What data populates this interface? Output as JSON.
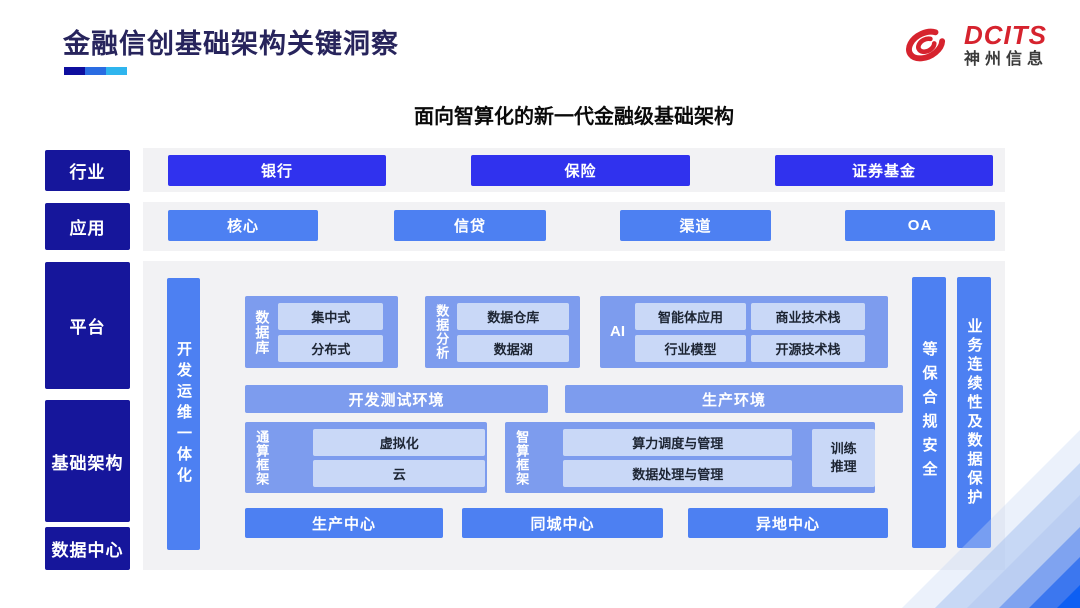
{
  "header": {
    "title": "金融信创基础架构关键洞察",
    "accent_colors": [
      "#0e0e9e",
      "#2a6ce2",
      "#2fb5ee"
    ]
  },
  "logo": {
    "brand": "DCITS",
    "company": "神州信息",
    "brand_color": "#d6232e"
  },
  "diagram": {
    "title": "面向智算化的新一代金融级基础架构",
    "sidebar": {
      "industry": "行业",
      "application": "应用",
      "platform": "平台",
      "infrastructure": "基础架构",
      "datacenter": "数据中心"
    },
    "industry_items": [
      "银行",
      "保险",
      "证券基金"
    ],
    "application_items": [
      "核心",
      "信贷",
      "渠道",
      "OA"
    ],
    "devops_bar": "开发运维一体化",
    "security_bar": "等保合规安全",
    "continuity_bar": "业务连续性及数据保护",
    "database": {
      "label": "数据库",
      "items": [
        "集中式",
        "分布式"
      ]
    },
    "analytics": {
      "label": "数据分析",
      "items": [
        "数据仓库",
        "数据湖"
      ]
    },
    "ai": {
      "label": "AI",
      "items": [
        "智能体应用",
        "商业技术栈",
        "行业模型",
        "开源技术栈"
      ]
    },
    "environments": [
      "开发测试环境",
      "生产环境"
    ],
    "general_compute": {
      "label": "通算框架",
      "items": [
        "虚拟化",
        "云"
      ]
    },
    "intelligent_compute": {
      "label": "智算框架",
      "items": [
        "算力调度与管理",
        "数据处理与管理"
      ],
      "side_item": "训练\n推理"
    },
    "centers": [
      "生产中心",
      "同城中心",
      "异地中心"
    ],
    "colors": {
      "sidebar_label": "#16169b",
      "industry_button": "#3032ee",
      "primary_button": "#4d80f2",
      "group_container": "#7d9cee",
      "chip": "#c9d8f7",
      "panel_bg": "#f2f2f4",
      "decoration_corner": "#0d5ff3"
    }
  }
}
